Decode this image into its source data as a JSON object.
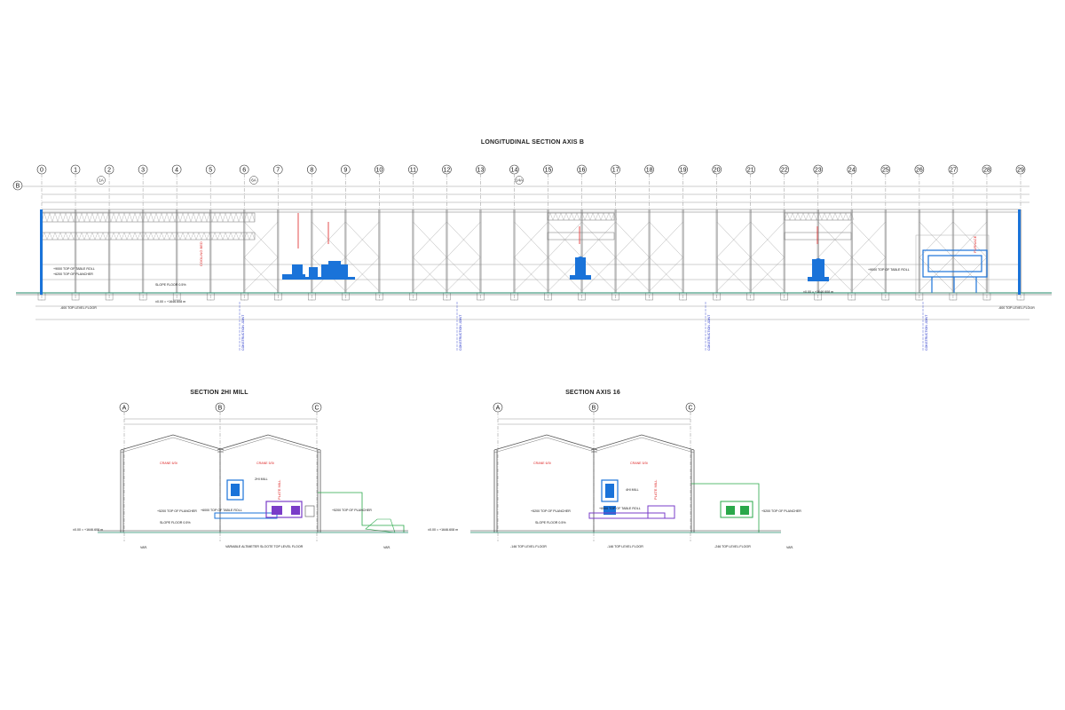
{
  "longitudinal": {
    "title": "LONGITUDINAL SECTION AXIS B",
    "axes": [
      "0",
      "1",
      "2",
      "3",
      "4",
      "5",
      "6",
      "7",
      "8",
      "9",
      "10",
      "11",
      "12",
      "13",
      "14",
      "15",
      "16",
      "17",
      "18",
      "19",
      "20",
      "21",
      "22",
      "23",
      "24",
      "25",
      "26",
      "27",
      "28",
      "29"
    ],
    "sub_axes": [
      "1A",
      "6A",
      "14A"
    ],
    "row_axis": "B",
    "notes": {
      "top_table_roll": "+9000 TOP OF TABLE ROLL",
      "top_plancher": "+6200 TOP OF PLANCHER",
      "slope_floor": "SLOPE FLOOR 0.5%",
      "datum": "±0.00 = +1646.608 m",
      "top_level_floor": "-600 TOP LEVEL FLOOR",
      "construction_joint": "CONSTRUCTION JOINT",
      "cooling_bed": "COOLING BED",
      "furnace": "FURNACE"
    }
  },
  "section_2hi": {
    "title": "SECTION 2HI MILL",
    "axes": [
      "A",
      "B",
      "C"
    ],
    "crane_left": "CRANE 6/3t",
    "crane_right": "CRANE 5/3t",
    "mill": "2HI MILL",
    "plate_mill": "PLATE MILL",
    "top_table_roll": "+6000 TOP OF TABLE ROLL",
    "top_plancher": "+5200 TOP OF PLANCHER",
    "right_plancher": "+5200 TOP OF PLANCHER",
    "slope_floor": "SLOPE FLOOR 0.5%",
    "datum": "±0.00 = +1646.608 m",
    "bottom_note": "VARIABLE ALTIMETER SLOOTE TOP LEVEL FLOOR",
    "var": "VAR."
  },
  "section_16": {
    "title": "SECTION AXIS 16",
    "axes": [
      "A",
      "B",
      "C"
    ],
    "crane_left": "CRANE 6/3t",
    "crane_right": "CRANE 5/3t",
    "mill": "4HI MILL",
    "plate_mill": "PLATE MILL",
    "top_table_roll": "+6000 TOP OF TABLE ROLL",
    "top_plancher": "+5200 TOP OF PLANCHER",
    "right_plancher": "+5200 TOP OF PLANCHER",
    "slope_floor": "SLOPE FLOOR 0.5%",
    "datum": "±0.00 = +1646.608 m",
    "floor_left": "-146 TOP LEVEL FLOOR",
    "floor_mid": "-146 TOP LEVEL FLOOR",
    "floor_right": "-246 TOP LEVEL FLOOR",
    "var": "VAR."
  },
  "colors": {
    "line": "#444444",
    "structure": "#9a9a9a",
    "dimension": "#d22222",
    "equipment": "#1a73d9",
    "equipment2": "#7a3cc8",
    "floor": "#1f8a6a",
    "joint": "#2030c8",
    "green": "#2aa84a"
  }
}
